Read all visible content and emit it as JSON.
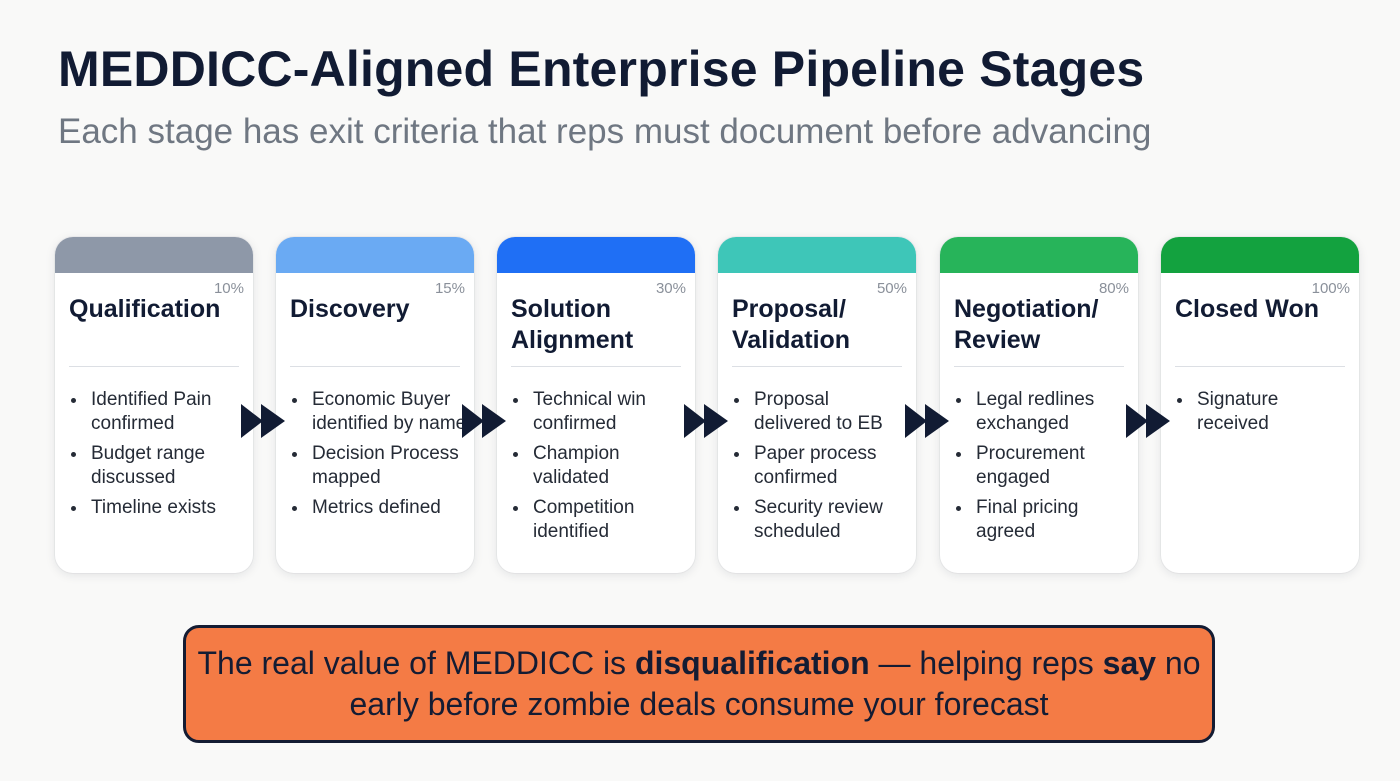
{
  "header": {
    "title": "MEDDICC-Aligned Enterprise Pipeline Stages",
    "subtitle": "Each stage has exit criteria that reps must document before advancing"
  },
  "stages": [
    {
      "name": "Qualification",
      "percent": "10%",
      "color": "#8e98a8",
      "criteria": [
        "Identified Pain confirmed",
        "Budget range discussed",
        "Timeline exists"
      ]
    },
    {
      "name": "Discovery",
      "percent": "15%",
      "color": "#6aaaf3",
      "criteria": [
        "Economic Buyer identified by name",
        "Decision Process mapped",
        "Metrics defined"
      ]
    },
    {
      "name": "Solution Alignment",
      "percent": "30%",
      "color": "#1f6ff5",
      "criteria": [
        "Technical win confirmed",
        "Champion validated",
        "Competition identified"
      ]
    },
    {
      "name": "Proposal/ Validation",
      "percent": "50%",
      "color": "#3ec6b8",
      "criteria": [
        "Proposal delivered to EB",
        "Paper process confirmed",
        "Security review scheduled"
      ]
    },
    {
      "name": "Negotiation/ Review",
      "percent": "80%",
      "color": "#27b45a",
      "criteria": [
        "Legal redlines exchanged",
        "Procurement engaged",
        "Final pricing agreed"
      ]
    },
    {
      "name": "Closed Won",
      "percent": "100%",
      "color": "#13a23f",
      "criteria": [
        "Signature received"
      ]
    }
  ],
  "arrow_color": "#111b33",
  "callout": {
    "text_1": "The real value of MEDDICC is ",
    "bold_1": "disqualification",
    "text_2": " — helping reps ",
    "bold_2": "say",
    "text_3": " no early before zombie deals consume your forecast",
    "background": "#f47b45"
  }
}
